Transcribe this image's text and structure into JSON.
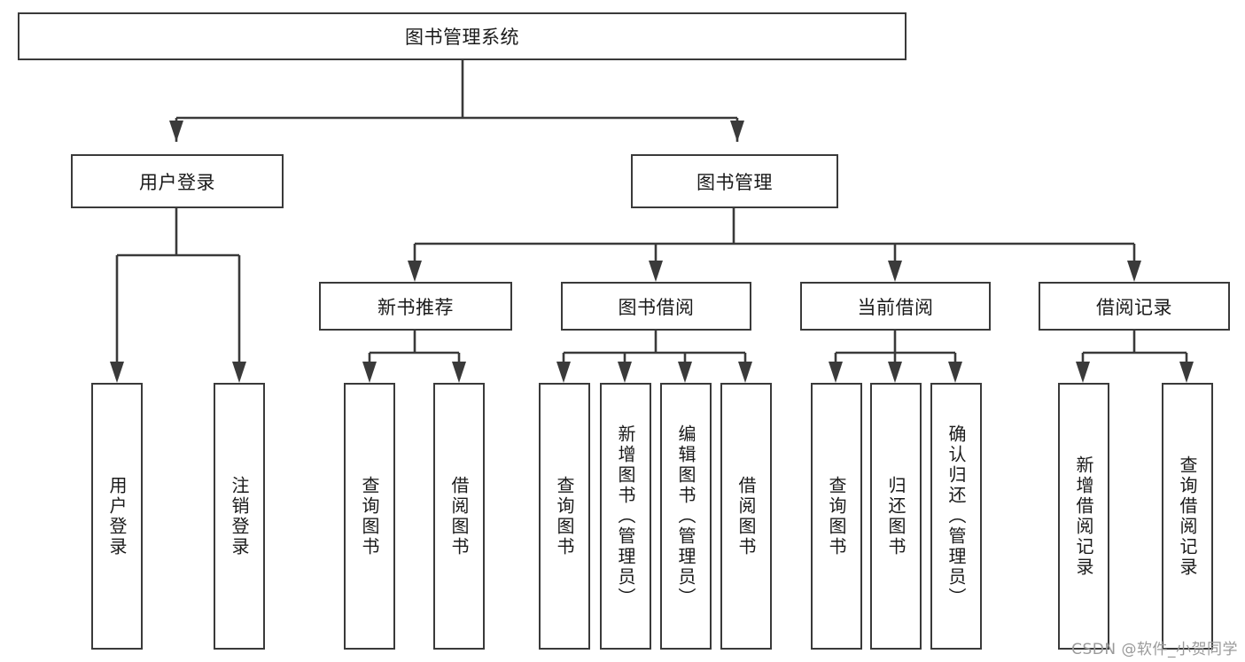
{
  "diagram": {
    "type": "tree-hierarchy",
    "root": {
      "label": "图书管理系统"
    },
    "level2": [
      {
        "label": "用户登录"
      },
      {
        "label": "图书管理"
      }
    ],
    "level3": [
      {
        "label": "新书推荐"
      },
      {
        "label": "图书借阅"
      },
      {
        "label": "当前借阅"
      },
      {
        "label": "借阅记录"
      }
    ],
    "leaves": {
      "user_login": [
        {
          "label": "用户登录"
        },
        {
          "label": "注销登录"
        }
      ],
      "new_book_recommend": [
        {
          "label": "查询图书"
        },
        {
          "label": "借阅图书"
        }
      ],
      "book_borrow": [
        {
          "label": "查询图书"
        },
        {
          "label": "新增图书（管理员）"
        },
        {
          "label": "编辑图书（管理员）"
        },
        {
          "label": "借阅图书"
        }
      ],
      "current_borrow": [
        {
          "label": "查询图书"
        },
        {
          "label": "归还图书"
        },
        {
          "label": "确认归还（管理员）"
        }
      ],
      "borrow_record": [
        {
          "label": "新增借阅记录"
        },
        {
          "label": "查询借阅记录"
        }
      ]
    }
  },
  "watermark": {
    "text": "CSDN @软件_小贺同学"
  },
  "colors": {
    "stroke": "#3a3a3a",
    "text": "#1a1a1a",
    "background": "#ffffff",
    "watermark": "#9a9a9a"
  }
}
